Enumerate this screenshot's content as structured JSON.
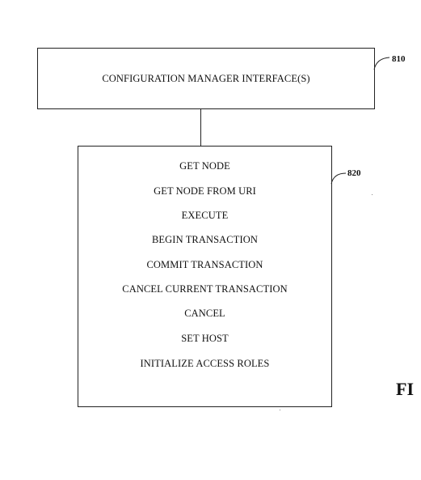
{
  "diagram": {
    "interface_box": {
      "ref": "810",
      "label": "CONFIGURATION MANAGER INTERFACE(S)"
    },
    "methods_box": {
      "ref": "820",
      "items": [
        "GET NODE",
        "GET NODE FROM URI",
        "EXECUTE",
        "BEGIN TRANSACTION",
        "COMMIT TRANSACTION",
        "CANCEL CURRENT TRANSACTION",
        "CANCEL",
        "SET HOST",
        "INITIALIZE ACCESS ROLES"
      ]
    },
    "figure_label": "FI"
  }
}
